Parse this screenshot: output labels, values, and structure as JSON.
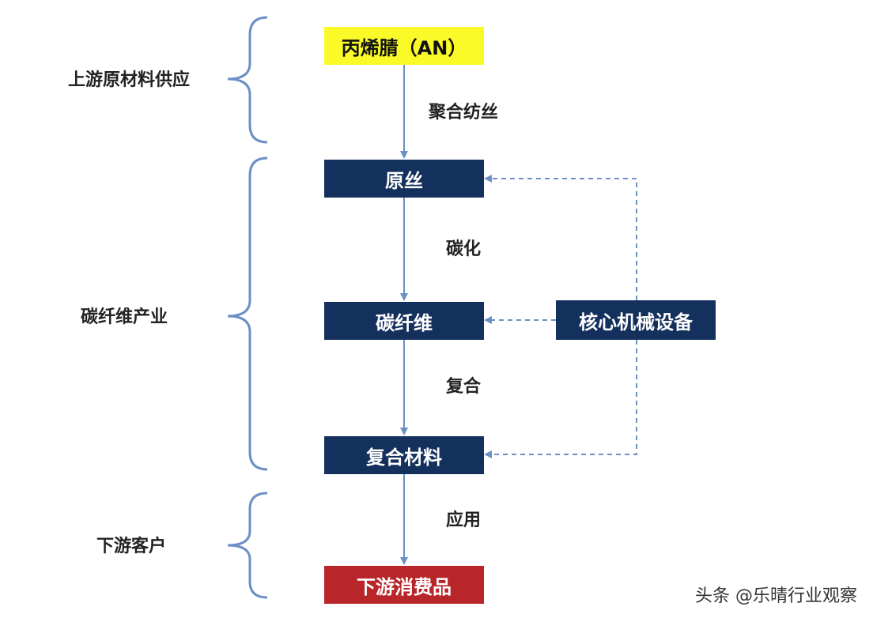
{
  "sections": {
    "upstream": "上游原材料供应",
    "industry": "碳纤维产业",
    "downstream": "下游客户"
  },
  "nodes": {
    "an": "丙烯腈（AN）",
    "precursor": "原丝",
    "carbon_fiber": "碳纤维",
    "composite": "复合材料",
    "consumer": "下游消费品",
    "equipment": "核心机械设备"
  },
  "steps": {
    "spinning": "聚合纺丝",
    "carbonization": "碳化",
    "compositing": "复合",
    "application": "应用"
  },
  "watermark": "头条 @乐晴行业观察",
  "colors": {
    "dark_node": "#14305c",
    "yellow_node": "#fafa28",
    "red_node": "#b8262a",
    "arrow": "#6d8fc5",
    "bracket": "#6d8fc5"
  }
}
